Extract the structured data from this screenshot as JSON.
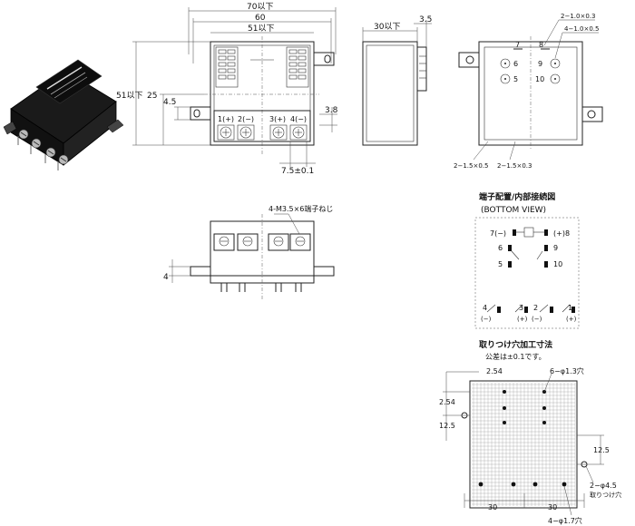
{
  "top_view": {
    "dim_overall_width": "70以下",
    "dim_pitch_60": "60",
    "dim_body_width": "51以下",
    "dim_height": "51以下",
    "dim_half_height": "25",
    "dim_tab_offset": "4.5",
    "dim_terminal_offset": "3.8",
    "dim_terminal_pitch": "7.5±0.1",
    "terminal_labels": [
      "1(+)",
      "2(−)",
      "3(+)",
      "4(−)"
    ]
  },
  "side_view": {
    "dim_depth": "30以下",
    "dim_flange": "3.5"
  },
  "bottom_view": {
    "pin_numbers": [
      "7",
      "8",
      "6",
      "9",
      "5",
      "10"
    ],
    "dim_pin_large": "2−1.0×0.3",
    "dim_pin_flat": "4−1.0×0.5",
    "dim_pin_small_a": "2−1.5×0.5",
    "dim_pin_small_b": "2−1.5×0.3"
  },
  "front_view": {
    "screw_label": "4-M3.5×6端子ねじ",
    "dim_flange_4": "4"
  },
  "terminal_diagram": {
    "title": "端子配置/内部接続図",
    "subtitle": "(BOTTOM VIEW)",
    "labels_top": [
      "7(−)",
      "(+)8"
    ],
    "labels_mid": [
      "6",
      "9",
      "5",
      "10"
    ],
    "labels_bottom_a": [
      "4",
      "3",
      "2",
      "1"
    ],
    "labels_bottom_b": [
      "(−)",
      "(+)",
      "(−)",
      "(+)"
    ]
  },
  "mounting": {
    "title": "取りつけ穴加工寸法",
    "tolerance": "公差は±0.1です。",
    "dim_254_top": "2.54",
    "dim_holes_13": "6−φ1.3穴",
    "dim_254_left": "2.54",
    "dim_125_left": "12.5",
    "dim_125_right": "12.5",
    "dim_mount_hole": "2−φ4.5",
    "mount_hole_note": "取りつけ穴",
    "dim_30_a": "30",
    "dim_30_b": "30",
    "dim_holes_17": "4−φ1.7穴"
  }
}
